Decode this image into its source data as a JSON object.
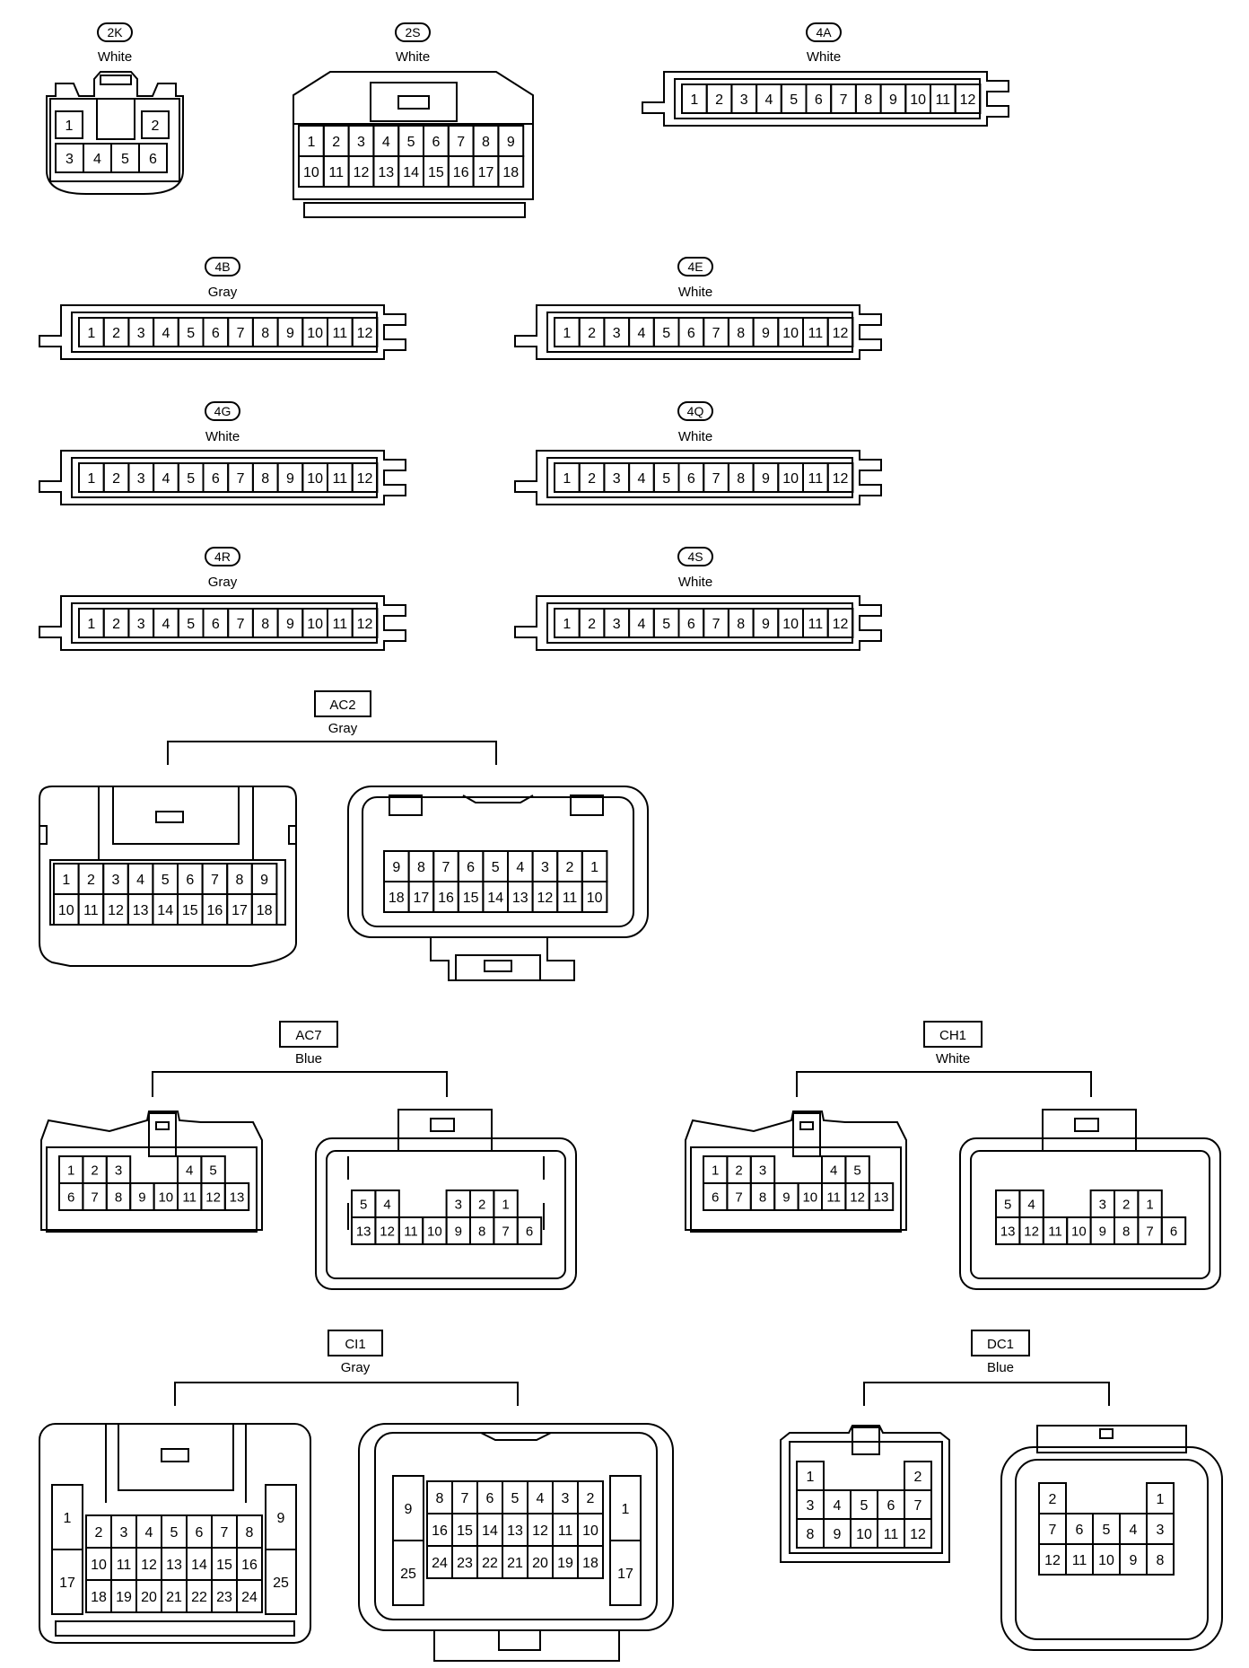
{
  "connectors": {
    "c2k": {
      "label": "2K",
      "color": "White"
    },
    "c2s": {
      "label": "2S",
      "color": "White"
    },
    "c4a": {
      "label": "4A",
      "color": "White"
    },
    "c4b": {
      "label": "4B",
      "color": "Gray"
    },
    "c4e": {
      "label": "4E",
      "color": "White"
    },
    "c4g": {
      "label": "4G",
      "color": "White"
    },
    "c4q": {
      "label": "4Q",
      "color": "White"
    },
    "c4r": {
      "label": "4R",
      "color": "Gray"
    },
    "c4s": {
      "label": "4S",
      "color": "White"
    },
    "ac2": {
      "label": "AC2",
      "color": "Gray"
    },
    "ac7": {
      "label": "AC7",
      "color": "Blue"
    },
    "ch1": {
      "label": "CH1",
      "color": "White"
    },
    "ci1": {
      "label": "CI1",
      "color": "Gray"
    },
    "dc1": {
      "label": "DC1",
      "color": "Blue"
    }
  },
  "pins": {
    "c2k": [
      [
        "1",
        "2"
      ],
      [
        "3",
        "4",
        "5",
        "6"
      ]
    ],
    "c2s": [
      [
        "1",
        "2",
        "3",
        "4",
        "5",
        "6",
        "7",
        "8",
        "9"
      ],
      [
        "10",
        "11",
        "12",
        "13",
        "14",
        "15",
        "16",
        "17",
        "18"
      ]
    ],
    "strip12": [
      "1",
      "2",
      "3",
      "4",
      "5",
      "6",
      "7",
      "8",
      "9",
      "10",
      "11",
      "12"
    ],
    "ac2_left": [
      [
        "1",
        "2",
        "3",
        "4",
        "5",
        "6",
        "7",
        "8",
        "9"
      ],
      [
        "10",
        "11",
        "12",
        "13",
        "14",
        "15",
        "16",
        "17",
        "18"
      ]
    ],
    "ac2_right": [
      [
        "9",
        "8",
        "7",
        "6",
        "5",
        "4",
        "3",
        "2",
        "1"
      ],
      [
        "18",
        "17",
        "16",
        "15",
        "14",
        "13",
        "12",
        "11",
        "10"
      ]
    ],
    "ac7_left": [
      [
        "1",
        "2",
        "3",
        "",
        "",
        "4",
        "5"
      ],
      [
        "6",
        "7",
        "8",
        "9",
        "10",
        "11",
        "12",
        "13"
      ]
    ],
    "ac7_right": [
      [
        "5",
        "4",
        "",
        "",
        "3",
        "2",
        "1"
      ],
      [
        "13",
        "12",
        "11",
        "10",
        "9",
        "8",
        "7",
        "6"
      ]
    ],
    "ci1_left": [
      [
        "2",
        "3",
        "4",
        "5",
        "6",
        "7",
        "8"
      ],
      [
        "10",
        "11",
        "12",
        "13",
        "14",
        "15",
        "16"
      ],
      [
        "18",
        "19",
        "20",
        "21",
        "22",
        "23",
        "24"
      ]
    ],
    "ci1_left_side": [
      "1",
      "17",
      "9",
      "25"
    ],
    "ci1_right": [
      [
        "8",
        "7",
        "6",
        "5",
        "4",
        "3",
        "2"
      ],
      [
        "16",
        "15",
        "14",
        "13",
        "12",
        "11",
        "10"
      ],
      [
        "24",
        "23",
        "22",
        "21",
        "20",
        "19",
        "18"
      ]
    ],
    "ci1_right_side": [
      "9",
      "25",
      "1",
      "17"
    ],
    "dc1_left": [
      [
        "1",
        "",
        "",
        "",
        "2"
      ],
      [
        "3",
        "4",
        "5",
        "6",
        "7"
      ],
      [
        "8",
        "9",
        "10",
        "11",
        "12"
      ]
    ],
    "dc1_right": [
      [
        "2",
        "",
        "",
        "",
        "1"
      ],
      [
        "7",
        "6",
        "5",
        "4",
        "3"
      ],
      [
        "12",
        "11",
        "10",
        "9",
        "8"
      ]
    ]
  },
  "colors": {
    "line": "#000000",
    "background": "#ffffff"
  }
}
